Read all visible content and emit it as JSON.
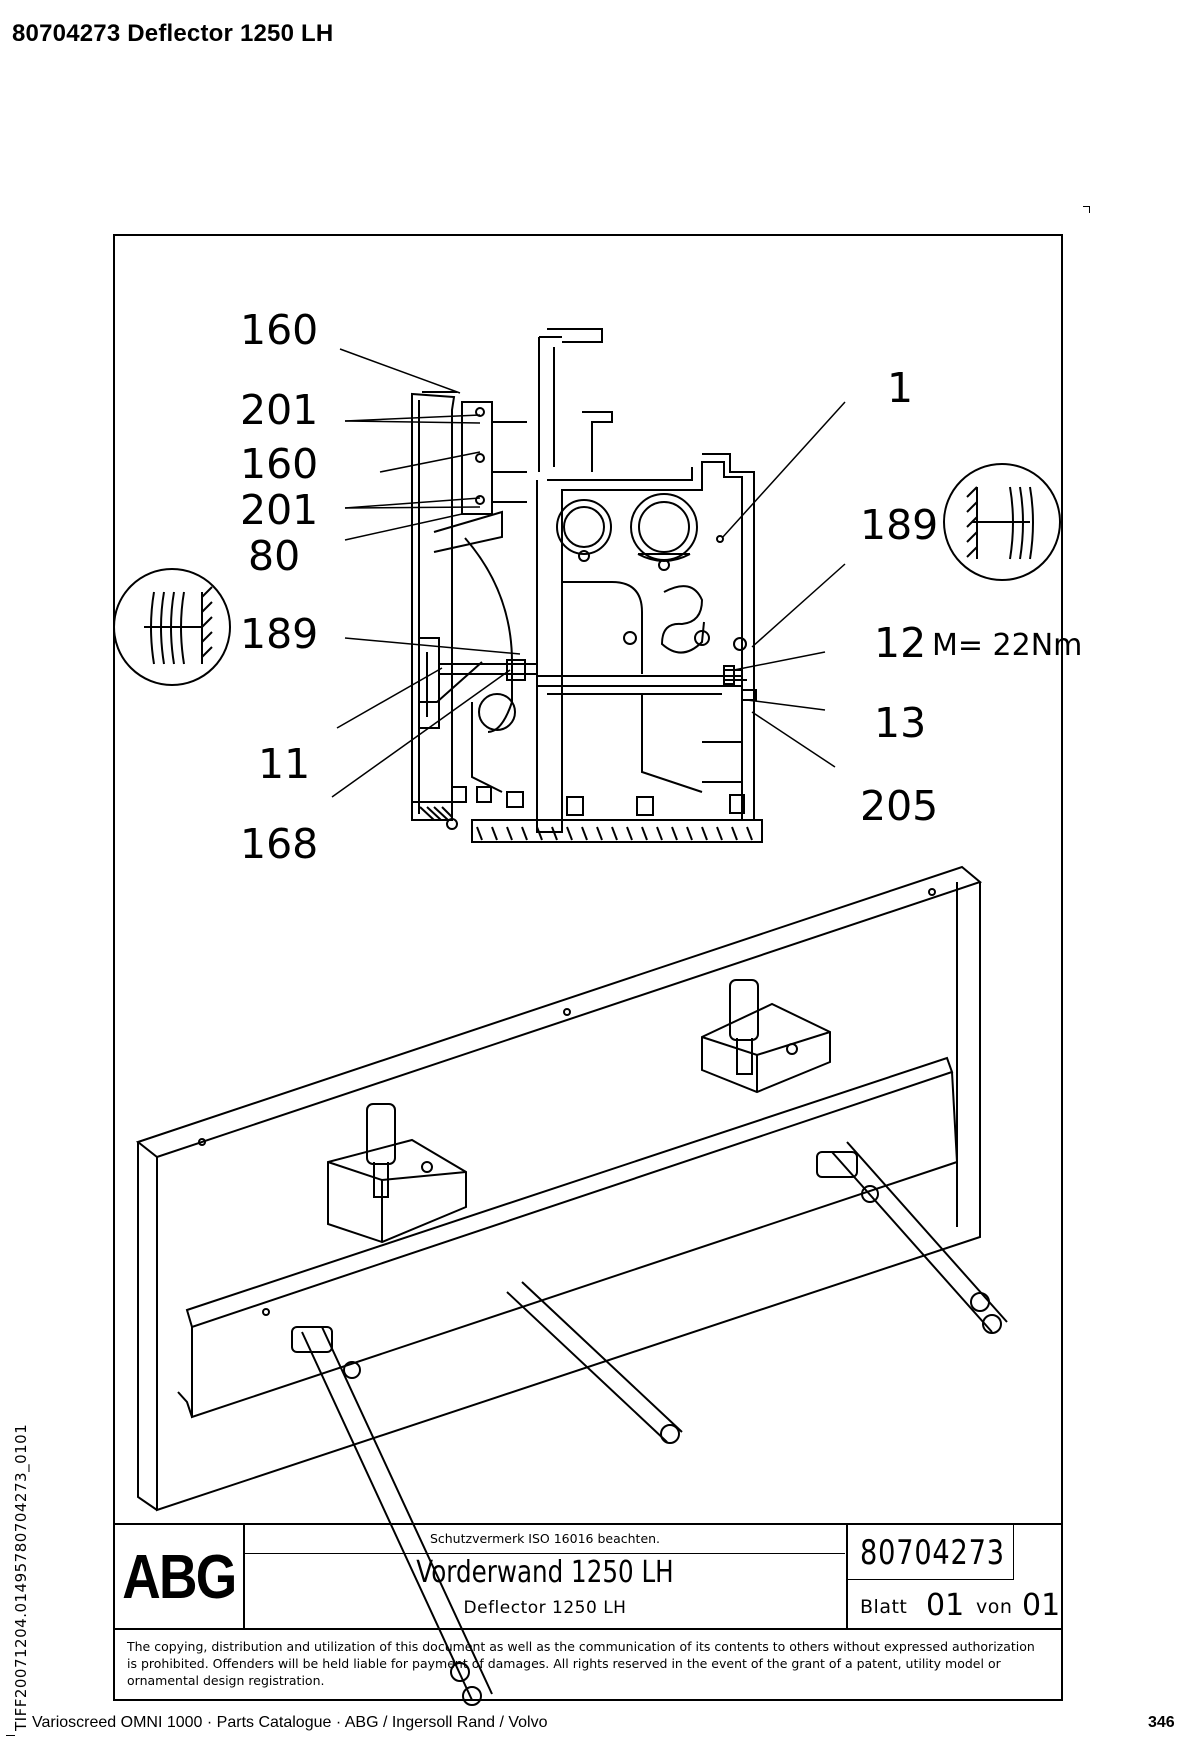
{
  "header": {
    "title": "80704273  Deflector 1250 LH"
  },
  "callouts": {
    "c160a": "160",
    "c201a": "201",
    "c160b": "160",
    "c201b": "201",
    "c80": "80",
    "c189left": "189",
    "c11": "11",
    "c168": "168",
    "c1": "1",
    "c189right": "189",
    "c12": "12",
    "torque": "M= 22Nm",
    "c13": "13",
    "c205": "205"
  },
  "title_block": {
    "logo": "ABG",
    "protection_note": "Schutzvermerk ISO 16016 beachten.",
    "title_de": "Vorderwand 1250 LH",
    "title_en": "Deflector 1250 LH",
    "drawing_number": "80704273",
    "sheet_label": "Blatt",
    "sheet_value": "01",
    "of_label": "von",
    "of_value": "01"
  },
  "copyright": "The copying, distribution and utilization of this document as well as the communication of its contents to others without expressed authorization is prohibited. Offenders will be held liable for payment of damages. All rights reserved in the event of the grant of a patent, utility model or ornamental design registration.",
  "side_id": "TIFF20071204.01495780704273_0101",
  "footer": {
    "text": "Varioscreed OMNI 1000  ·  Parts Catalogue  ·  ABG / Ingersoll Rand / Volvo",
    "page": "346"
  }
}
